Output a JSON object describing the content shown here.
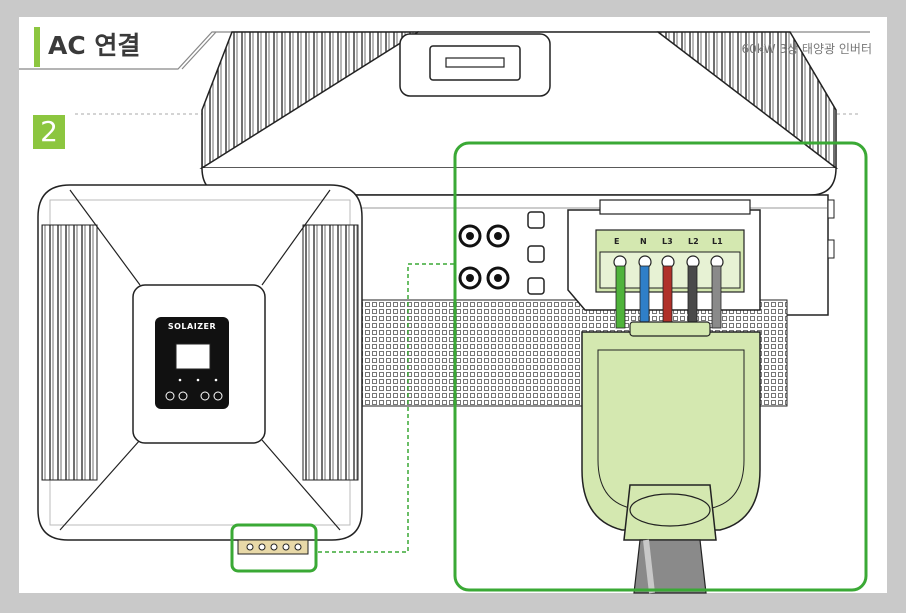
{
  "header": {
    "title": "AC 연결",
    "subtitle": "60kW 3상 태양광 인버터"
  },
  "step": {
    "number": "2"
  },
  "inverter": {
    "brand": "SOLAIZER"
  },
  "terminal": {
    "labels": [
      "E",
      "N",
      "L3",
      "L2",
      "L1"
    ]
  },
  "colors": {
    "accent_green": "#8cc63f",
    "highlight_green": "#3aa935",
    "connector_green": "#d4e8b0",
    "wire_E": "#4fb33b",
    "wire_N": "#2f7fc8",
    "wire_L3": "#b0312a",
    "wire_L2": "#4a4a4a",
    "wire_L1": "#8a8a8a"
  }
}
